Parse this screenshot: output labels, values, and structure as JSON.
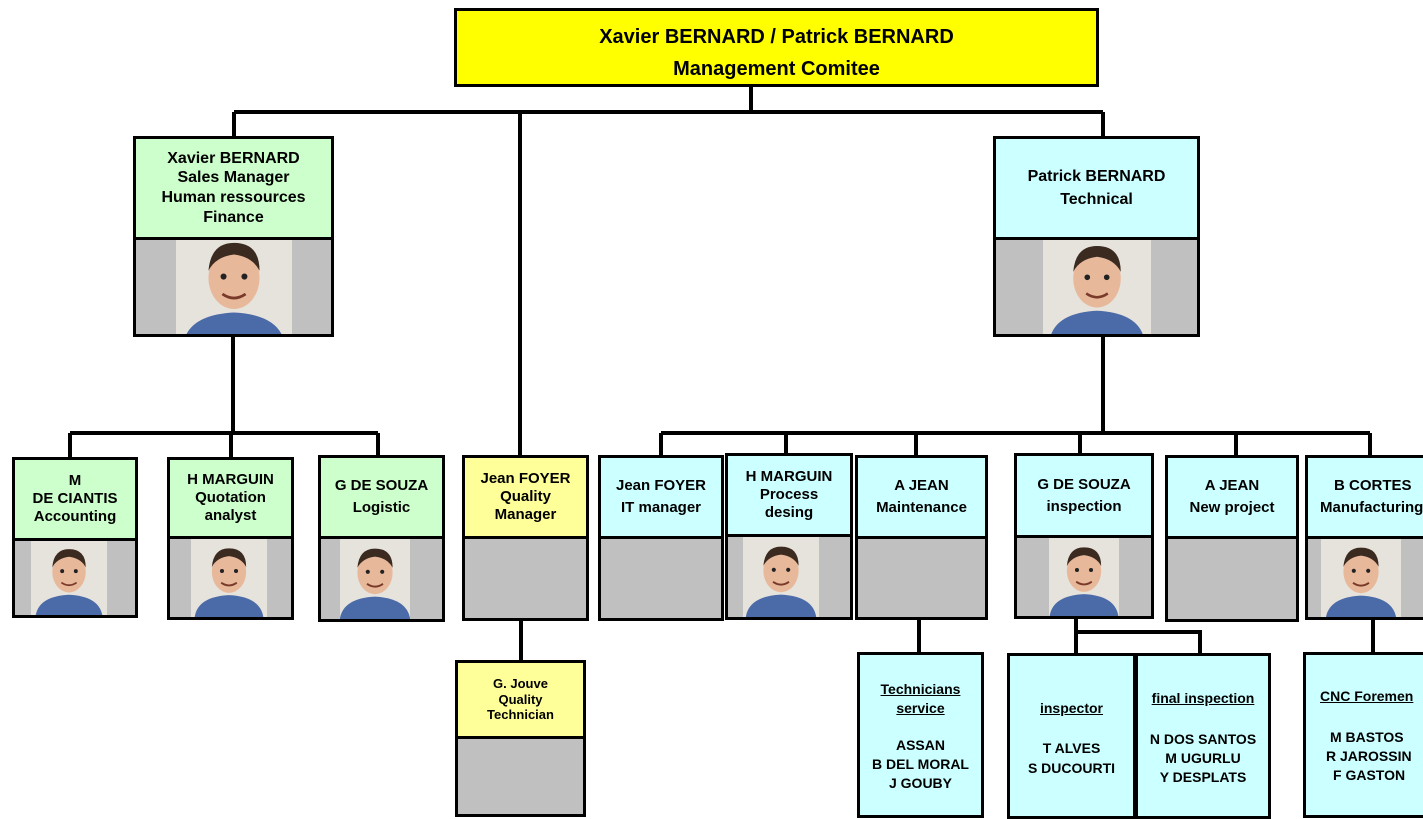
{
  "top": {
    "line1": "Xavier BERNARD / Patrick BERNARD",
    "line2": "Management Comitee"
  },
  "xavier": {
    "lines": [
      "Xavier BERNARD",
      "Sales Manager",
      "Human ressources",
      "Finance"
    ]
  },
  "patrick": {
    "lines": [
      "Patrick BERNARD",
      "Technical"
    ]
  },
  "sales_team": [
    {
      "lines": [
        "M",
        "DE CIANTIS",
        "Accounting"
      ]
    },
    {
      "lines": [
        "H MARGUIN",
        "Quotation",
        "analyst"
      ]
    },
    {
      "lines": [
        "G DE SOUZA",
        "Logistic"
      ]
    }
  ],
  "quality": {
    "lines": [
      "Jean FOYER",
      "Quality",
      "Manager"
    ]
  },
  "quality_tech": {
    "lines": [
      "G. Jouve",
      "Quality",
      "Technician"
    ]
  },
  "tech_team": [
    {
      "lines": [
        "Jean FOYER",
        "IT manager"
      ]
    },
    {
      "lines": [
        "H MARGUIN",
        "Process",
        "desing"
      ]
    },
    {
      "lines": [
        "A JEAN",
        "Maintenance"
      ]
    },
    {
      "lines": [
        "G DE SOUZA",
        "inspection"
      ]
    },
    {
      "lines": [
        "A JEAN",
        "New project"
      ]
    },
    {
      "lines": [
        "B CORTES",
        "Manufacturing"
      ]
    }
  ],
  "sub_teams": [
    {
      "title_lines": [
        "Technicians",
        "service"
      ],
      "members": [
        "ASSAN",
        "B DEL MORAL",
        "J GOUBY"
      ]
    },
    {
      "title_lines": [
        "inspector"
      ],
      "members": [
        "T ALVES",
        "S DUCOURTI"
      ]
    },
    {
      "title_lines": [
        "final inspection"
      ],
      "members": [
        "N DOS SANTOS",
        "M UGURLU",
        "Y DESPLATS"
      ]
    },
    {
      "title_lines": [
        "CNC Foremen"
      ],
      "members": [
        "M BASTOS",
        "R JAROSSIN",
        "F GASTON"
      ]
    }
  ],
  "colors": {
    "management": "#ffff00",
    "quality": "#ffff99",
    "sales": "#ccffcc",
    "technical": "#ccffff",
    "photo_bg": "#c0c0c0",
    "lines": "#000000"
  },
  "icons": {
    "portrait": "person-photo-icon"
  }
}
